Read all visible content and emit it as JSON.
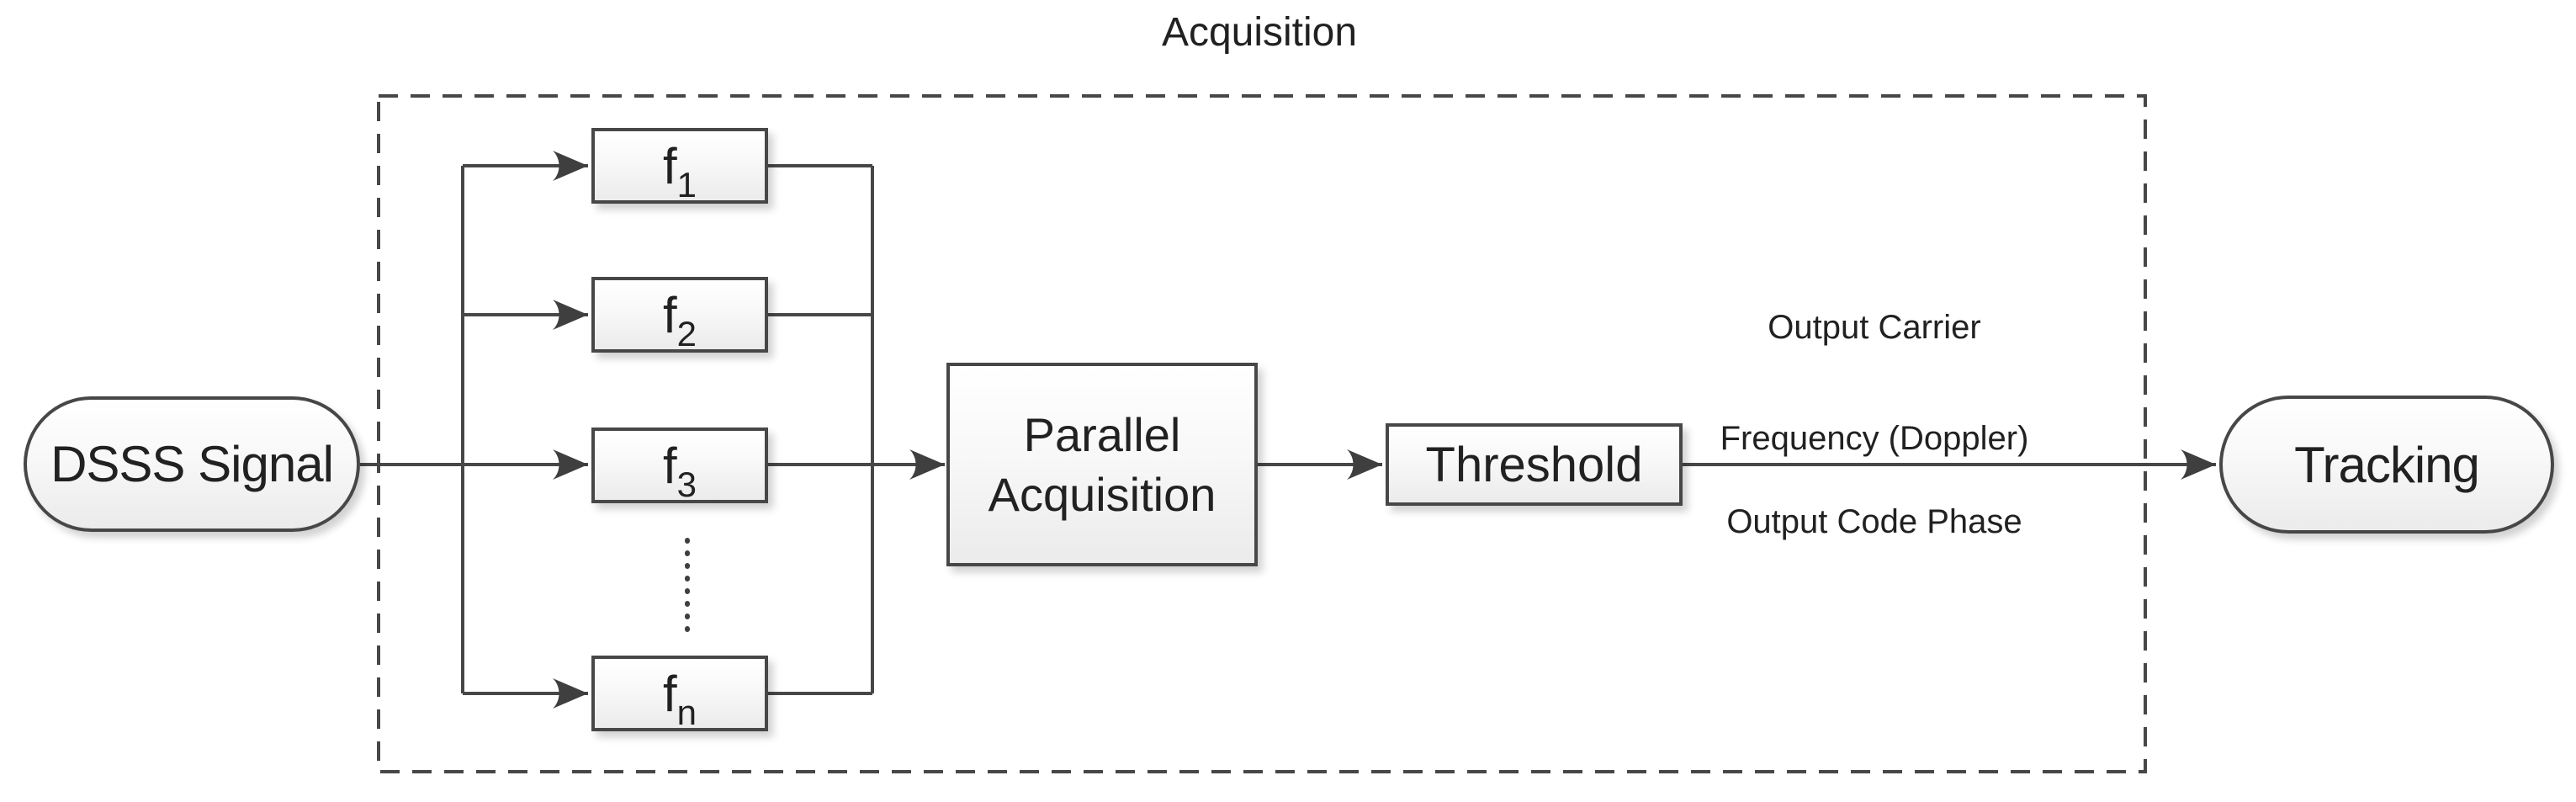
{
  "diagram": {
    "title": "Acquisition",
    "nodes": {
      "dsss": {
        "label": "DSSS Signal"
      },
      "freq_bins": [
        {
          "base": "f",
          "sub": "1"
        },
        {
          "base": "f",
          "sub": "2"
        },
        {
          "base": "f",
          "sub": "3"
        },
        {
          "base": "f",
          "sub": "n"
        }
      ],
      "parallel_acquisition": {
        "label": "Parallel Acquisition"
      },
      "threshold": {
        "label": "Threshold"
      },
      "tracking": {
        "label": "Tracking"
      }
    },
    "edge_labels": {
      "output_carrier_line1": "Output Carrier",
      "output_carrier_line2": "Frequency (Doppler)",
      "output_code_phase": "Output Code Phase"
    },
    "colors": {
      "stroke": "#474747",
      "text": "#212121",
      "node_fill_top": "#ffffff",
      "node_fill_bottom": "#ebebeb",
      "background": "#ffffff"
    }
  }
}
